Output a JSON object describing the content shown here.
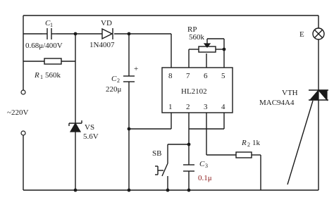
{
  "c1": {
    "letter": "C",
    "sub": "1",
    "value": "0.68μ/400V"
  },
  "r1": {
    "letter": "R",
    "sub": "1",
    "value": "560k"
  },
  "vd": {
    "name": "VD",
    "part": "1N4007"
  },
  "rp": {
    "name": "RP",
    "value": "560k"
  },
  "c2": {
    "letter": "C",
    "sub": "2",
    "value": "220μ",
    "polarity": "+"
  },
  "ic": {
    "name": "HL2102",
    "pins_top": [
      "8",
      "7",
      "6",
      "5"
    ],
    "pins_bottom": [
      "1",
      "2",
      "3",
      "4"
    ]
  },
  "lamp": {
    "name": "E"
  },
  "vth": {
    "name": "VTH",
    "part": "MAC94A4"
  },
  "supply": {
    "label": "~220V"
  },
  "vs": {
    "name": "VS",
    "value": "5.6V"
  },
  "r2": {
    "letter": "R",
    "sub": "2",
    "value": "1k"
  },
  "sb": {
    "name": "SB"
  },
  "c3": {
    "letter": "C",
    "sub": "3",
    "value": "0.1μ"
  }
}
